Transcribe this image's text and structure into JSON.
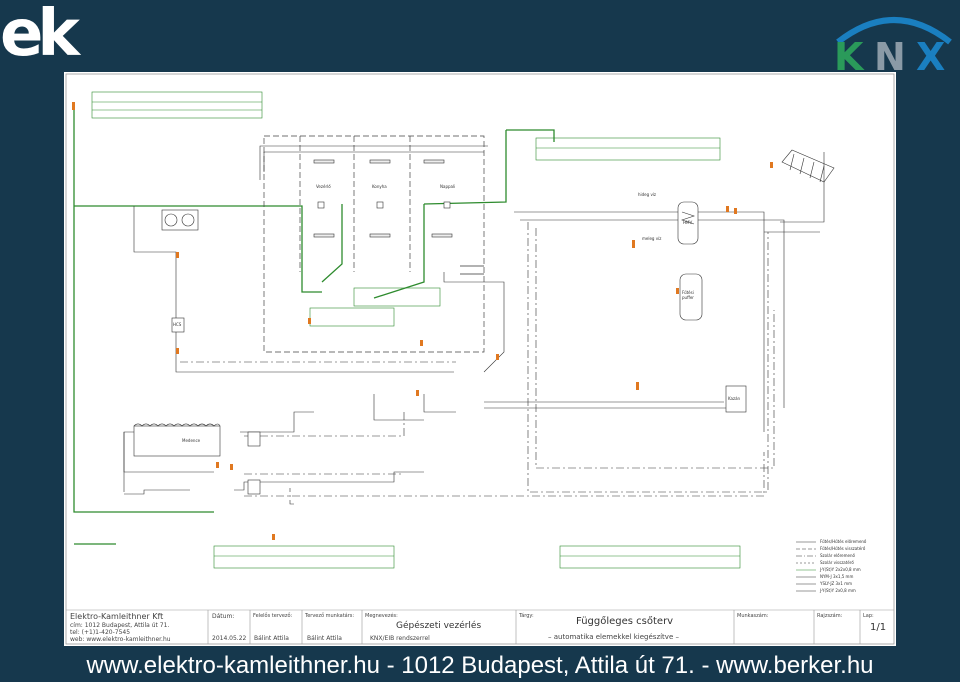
{
  "header": {
    "left_logo": "ek",
    "right_logo": "KNX",
    "colors": {
      "bar": "#16384d",
      "knx_green": "#2a9a5a",
      "knx_blue": "#1a7fc0",
      "knx_gray": "#8a9aa6"
    }
  },
  "footer": {
    "text": "www.elektro-kamleithner.hu - 1012 Budapest, Attila út 71. - www.berker.hu"
  },
  "title_block": {
    "company": "Elektro-Kamleithner Kft",
    "address": "cím: 1012 Budapest, Attila út 71.",
    "phone": "tel: (+1)1-420-7545",
    "web": "web: www.elektro-kamleithner.hu",
    "date_label": "Dátum:",
    "date_value": "2014.05.22",
    "designer_label": "Felelős tervező:",
    "designer_value": "Bálint Attila",
    "worker_label": "Tervező munkatárs:",
    "worker_value": "Bálint Attila",
    "name_label": "Megnevezés:",
    "name_value": "Gépészeti vezérlés",
    "name_sub": "KNX/EIB rendszerrel",
    "subject_label": "Tárgy:",
    "subject_value": "Függőleges csőterv",
    "subject_sub": "– automatika elemekkel kiegészítve –",
    "job_label": "Munkaszám:",
    "drawing_label": "Rajzszám:",
    "page_label": "Lap:",
    "page_value": "1/1"
  },
  "diagram_labels": {
    "room1": "Vezérlő",
    "room2": "Konyha",
    "room3": "Nappali",
    "hmv": "HMV",
    "buffer": "Fűtési puffer",
    "kazan": "Kazán",
    "medence": "Medence",
    "hcs": "HCS",
    "hideg_viz": "hideg víz",
    "meleg_viz": "meleg víz",
    "legend": [
      "Fűtés/Hűtés előremenő",
      "Fűtés/Hűtés visszatérő",
      "Szolár előremenő",
      "Szolár visszatérő",
      "J-Y(St)Y 2x2x0,8 mm",
      "NYM-J 3x1,5 mm",
      "YSLY-JZ 3x1 mm",
      "J-Y(St)Y 2x0,8 mm"
    ]
  }
}
